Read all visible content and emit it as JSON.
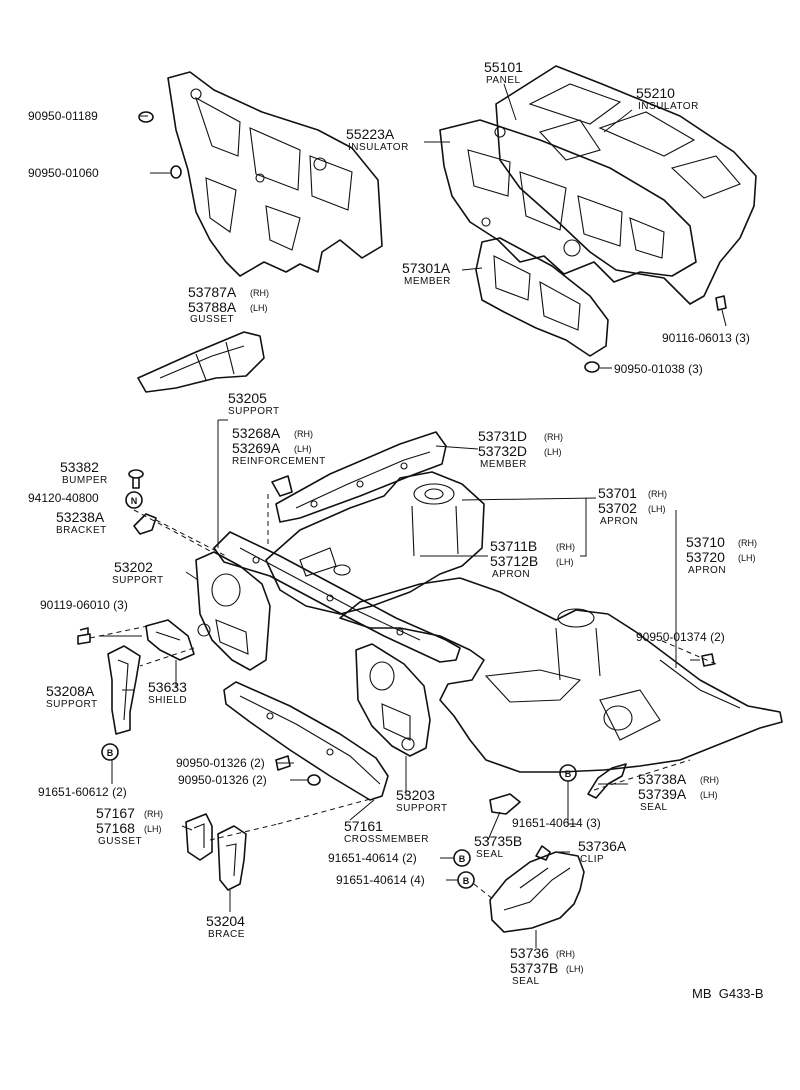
{
  "diagram_code": "MB  G433-B",
  "callouts": [
    {
      "key": "c90950_01189",
      "part_no": "90950-01189"
    },
    {
      "key": "c90950_01060",
      "part_no": "90950-01060"
    },
    {
      "key": "c55101",
      "part_no": "55101",
      "name": "PANEL"
    },
    {
      "key": "c55210",
      "part_no": "55210",
      "name": "INSULATOR"
    },
    {
      "key": "c55223A",
      "part_no": "55223A",
      "name": "INSULATOR"
    },
    {
      "key": "c57301A",
      "part_no": "57301A",
      "name": "MEMBER"
    },
    {
      "key": "c90116_06013",
      "part_no": "90116-06013 (3)"
    },
    {
      "key": "c90950_01038",
      "part_no": "90950-01038 (3)"
    },
    {
      "key": "c53787A",
      "part_no": "53787A",
      "side": "(RH)",
      "part_no_2": "53788A",
      "side_2": "(LH)",
      "name": "GUSSET"
    },
    {
      "key": "c53205",
      "part_no": "53205",
      "name": "SUPPORT"
    },
    {
      "key": "c53268A",
      "part_no": "53268A",
      "side": "(RH)",
      "part_no_2": "53269A",
      "side_2": "(LH)",
      "name": "REINFORCEMENT"
    },
    {
      "key": "c53731D",
      "part_no": "53731D",
      "side": "(RH)",
      "part_no_2": "53732D",
      "side_2": "(LH)",
      "name": "MEMBER"
    },
    {
      "key": "c53382",
      "part_no": "53382",
      "name": "BUMPER"
    },
    {
      "key": "c94120_40800",
      "part_no": "94120-40800"
    },
    {
      "key": "c53238A",
      "part_no": "53238A",
      "name": "BRACKET"
    },
    {
      "key": "c53701",
      "part_no": "53701",
      "side": "(RH)",
      "part_no_2": "53702",
      "side_2": "(LH)",
      "name": "APRON"
    },
    {
      "key": "c53711B",
      "part_no": "53711B",
      "side": "(RH)",
      "part_no_2": "53712B",
      "side_2": "(LH)",
      "name": "APRON"
    },
    {
      "key": "c53710",
      "part_no": "53710",
      "side": "(RH)",
      "part_no_2": "53720",
      "side_2": "(LH)",
      "name": "APRON"
    },
    {
      "key": "c53202",
      "part_no": "53202",
      "name": "SUPPORT"
    },
    {
      "key": "c90119_06010",
      "part_no": "90119-06010 (3)"
    },
    {
      "key": "c90950_01374",
      "part_no": "90950-01374 (2)"
    },
    {
      "key": "c53208A",
      "part_no": "53208A",
      "name": "SUPPORT"
    },
    {
      "key": "c53633",
      "part_no": "53633",
      "name": "SHIELD"
    },
    {
      "key": "c90950_01326a",
      "part_no": "90950-01326 (2)"
    },
    {
      "key": "c90950_01326b",
      "part_no": "90950-01326 (2)"
    },
    {
      "key": "c91651_60612",
      "part_no": "91651-60612 (2)"
    },
    {
      "key": "c53203",
      "part_no": "53203",
      "name": "SUPPORT"
    },
    {
      "key": "c53738A",
      "part_no": "53738A",
      "side": "(RH)",
      "part_no_2": "53739A",
      "side_2": "(LH)",
      "name": "SEAL"
    },
    {
      "key": "c91651_40614c",
      "part_no": "91651-40614 (3)"
    },
    {
      "key": "c57167",
      "part_no": "57167",
      "side": "(RH)",
      "part_no_2": "57168",
      "side_2": "(LH)",
      "name": "GUSSET"
    },
    {
      "key": "c57161",
      "part_no": "57161",
      "name": "CROSSMEMBER"
    },
    {
      "key": "c53735B",
      "part_no": "53735B",
      "name": "SEAL"
    },
    {
      "key": "c91651_40614a",
      "part_no": "91651-40614 (2)"
    },
    {
      "key": "c53736A",
      "part_no": "53736A",
      "name": "CLIP"
    },
    {
      "key": "c91651_40614b",
      "part_no": "91651-40614 (4)"
    },
    {
      "key": "c53204",
      "part_no": "53204",
      "name": "BRACE"
    },
    {
      "key": "c53736",
      "part_no": "53736",
      "side": "(RH)",
      "part_no_2": "53737B",
      "side_2": "(LH)",
      "name": "SEAL"
    }
  ],
  "fastener_letters": {
    "bolt_b": "B",
    "nut_n": "N"
  }
}
